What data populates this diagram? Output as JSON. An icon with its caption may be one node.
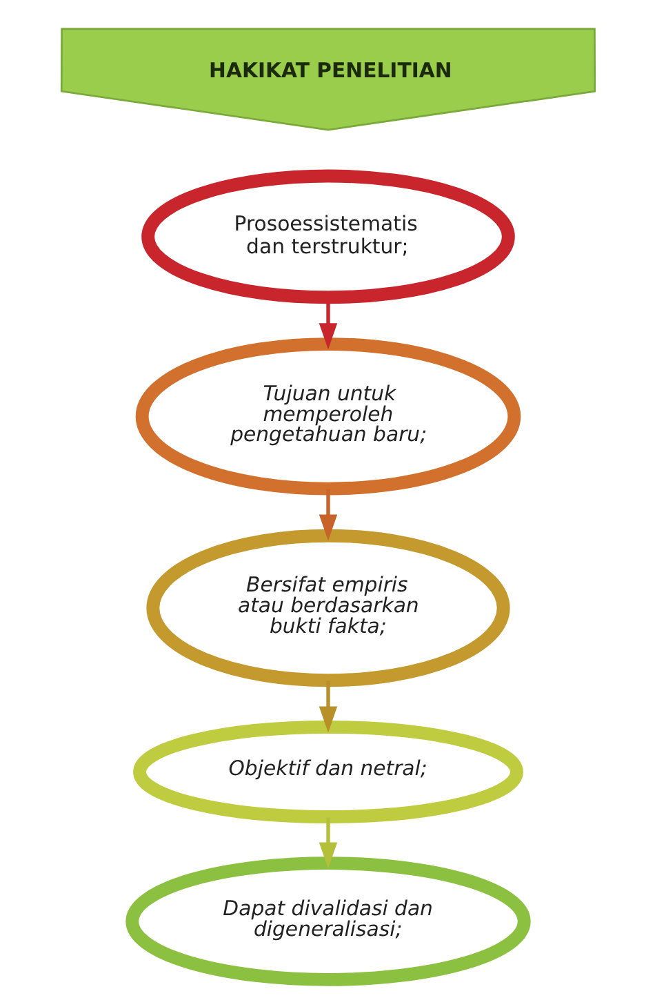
{
  "diagram": {
    "nodes": [
      {
        "text": [
          "HAKIKAT PENELITIAN"
        ]
      },
      {
        "text": [
          "Prosoessistematis dan terstruktur;"
        ]
      },
      {
        "text": [
          "Tujuan untuk memperoleh pengetahuan baru;"
        ]
      },
      {
        "text": [
          "Bersifat empiris atau berdasarkan bukti fakta;"
        ]
      },
      {
        "text": [
          "Objektif dan netral;"
        ]
      },
      {
        "text": [
          "Dapat divalidasi dan digeneralisasi;"
        ]
      }
    ],
    "edges": [
      {
        "from": 1,
        "to": 2,
        "arrow": "to",
        "color": "#c8262c"
      },
      {
        "from": 2,
        "to": 3,
        "arrow": "to",
        "color": "#c8642a"
      },
      {
        "from": 3,
        "to": 4,
        "arrow": "to",
        "color": "#b8902a"
      },
      {
        "from": 4,
        "to": 5,
        "arrow": "to",
        "color": "#b4c03a"
      }
    ]
  }
}
